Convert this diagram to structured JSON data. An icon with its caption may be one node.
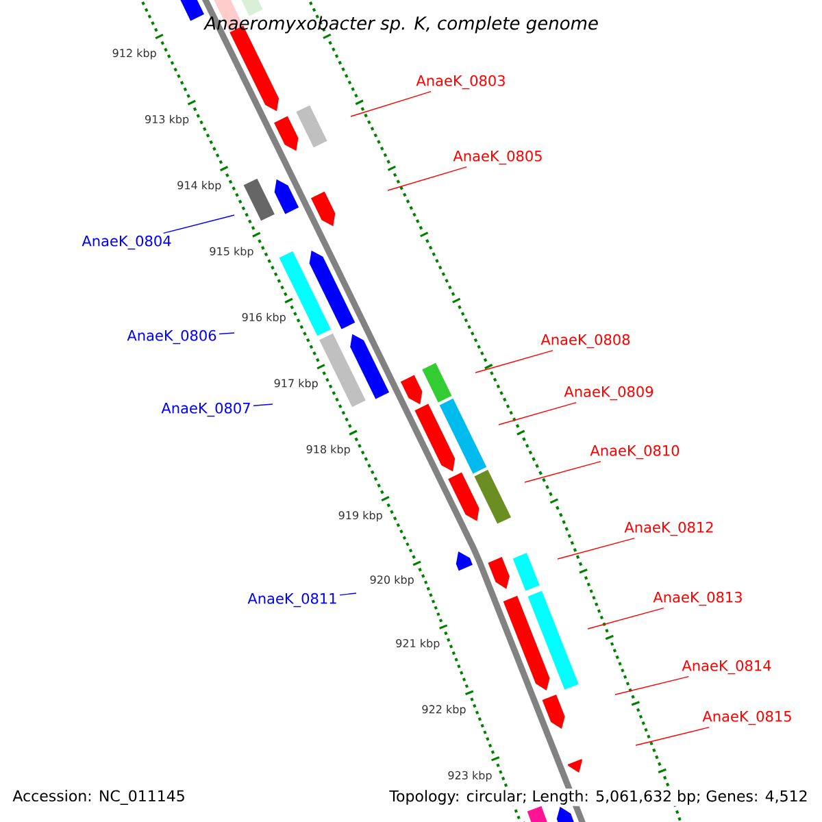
{
  "diagram": {
    "title": "Anaeromyxobacter sp. K, complete genome",
    "nodes": [
      {
        "text": [
          "AnaeK_0803"
        ]
      },
      {
        "text": [
          "AnaeK_0805"
        ]
      },
      {
        "text": [
          "AnaeK_0804"
        ]
      },
      {
        "text": [
          "AnaeK_0806"
        ]
      },
      {
        "text": [
          "AnaeK_0808"
        ]
      },
      {
        "text": [
          "AnaeK_0809"
        ]
      },
      {
        "text": [
          "AnaeK_0807"
        ]
      },
      {
        "text": [
          "AnaeK_0810"
        ]
      },
      {
        "text": [
          "AnaeK_0812"
        ]
      },
      {
        "text": [
          "AnaeK_0811"
        ]
      },
      {
        "text": [
          "AnaeK_0813"
        ]
      },
      {
        "text": [
          "AnaeK_0814"
        ]
      },
      {
        "text": [
          "AnaeK_0815"
        ]
      }
    ],
    "edges": [
      {
        "from": 0,
        "to": null,
        "arrow": "none"
      },
      {
        "from": 1,
        "to": null,
        "arrow": "none"
      },
      {
        "from": 2,
        "to": null,
        "arrow": "none",
        "color": "#0000ff"
      },
      {
        "from": 3,
        "to": null,
        "arrow": "none",
        "color": "#0000ff"
      },
      {
        "from": 4,
        "to": null,
        "arrow": "none"
      },
      {
        "from": 5,
        "to": null,
        "arrow": "none"
      },
      {
        "from": 6,
        "to": null,
        "arrow": "none",
        "color": "#0000ff"
      },
      {
        "from": 7,
        "to": null,
        "arrow": "none"
      },
      {
        "from": 8,
        "to": null,
        "arrow": "none"
      },
      {
        "from": 9,
        "to": null,
        "arrow": "none",
        "color": "#0000ff"
      },
      {
        "from": 10,
        "to": null,
        "arrow": "none"
      },
      {
        "from": 11,
        "to": null,
        "arrow": "none"
      },
      {
        "from": 12,
        "to": null,
        "arrow": "none"
      }
    ],
    "labels": [
      "912 kbp",
      "913 kbp",
      "914 kbp",
      "915 kbp",
      "916 kbp",
      "917 kbp",
      "918 kbp",
      "919 kbp",
      "920 kbp",
      "921 kbp",
      "922 kbp",
      "923 kbp",
      "Accession: NC_011145",
      "Topology: circular; Length: 5,061,632 bp; Genes: 4,512"
    ]
  }
}
